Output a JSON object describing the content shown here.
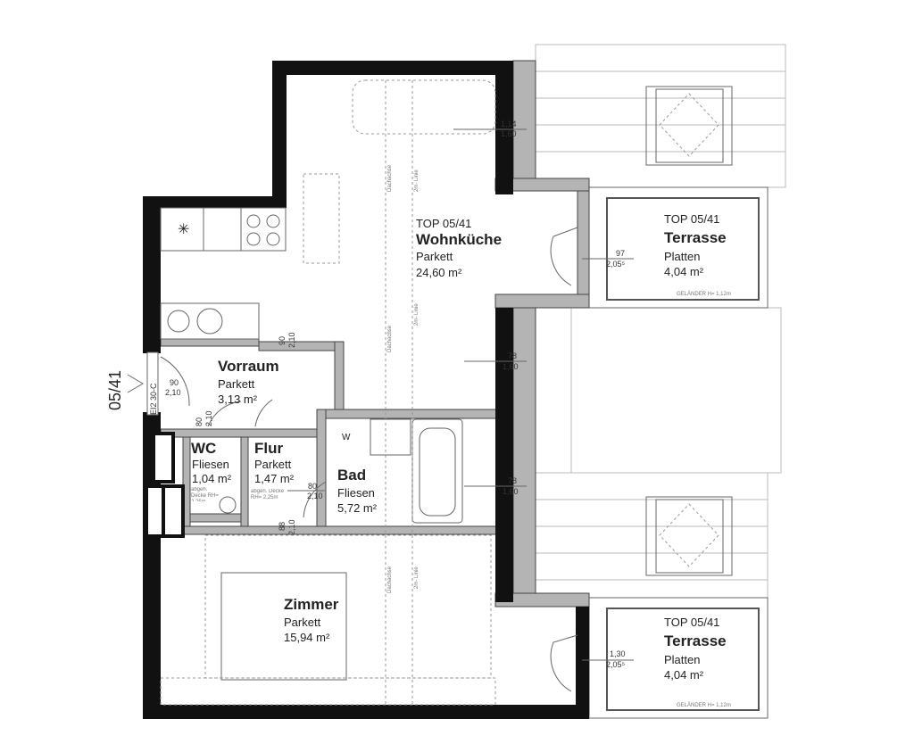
{
  "plan": {
    "unit_label": "05/41",
    "entrance_door": {
      "fire_rating": "EI2 30-C",
      "width": "90",
      "height": "2,10"
    },
    "rooms": [
      {
        "id": "wohnkueche",
        "top": "TOP 05/41",
        "name": "Wohnküche",
        "floor": "Parkett",
        "area": "24,60 m²"
      },
      {
        "id": "terrasse-1",
        "top": "TOP 05/41",
        "name": "Terrasse",
        "floor": "Platten",
        "area": "4,04 m²",
        "railing": "GELÄNDER H= 1,12m"
      },
      {
        "id": "terrasse-2",
        "top": "TOP 05/41",
        "name": "Terrasse",
        "floor": "Platten",
        "area": "4,04 m²",
        "railing": "GELÄNDER H= 1,12m"
      },
      {
        "id": "vorraum",
        "name": "Vorraum",
        "floor": "Parkett",
        "area": "3,13 m²"
      },
      {
        "id": "wc",
        "name": "WC",
        "floor": "Fliesen",
        "area": "1,04 m²"
      },
      {
        "id": "flur",
        "name": "Flur",
        "floor": "Parkett",
        "area": "1,47 m²"
      },
      {
        "id": "bad",
        "name": "Bad",
        "floor": "Fliesen",
        "area": "5,72 m²"
      },
      {
        "id": "zimmer",
        "name": "Zimmer",
        "floor": "Parkett",
        "area": "15,94 m²"
      }
    ],
    "openings": [
      {
        "w": "1,14",
        "h": "1,60"
      },
      {
        "w": "97",
        "h": "2,05⁵"
      },
      {
        "w": "78",
        "h": "1,60"
      },
      {
        "w": "78",
        "h": "1,60"
      },
      {
        "w": "1,30",
        "h": "2,05⁵"
      },
      {
        "w": "90",
        "h": "2,10"
      },
      {
        "w": "80",
        "h": "2,10"
      },
      {
        "w": "80",
        "h": "2,10"
      },
      {
        "w": "88",
        "h": "2,10"
      }
    ],
    "annotations": {
      "washer": "W",
      "roof_axis": "Dachachse",
      "two_m_line": "2m- Linie",
      "lowered_ceiling": "abgeh. Decke RH= 2,25m"
    }
  }
}
